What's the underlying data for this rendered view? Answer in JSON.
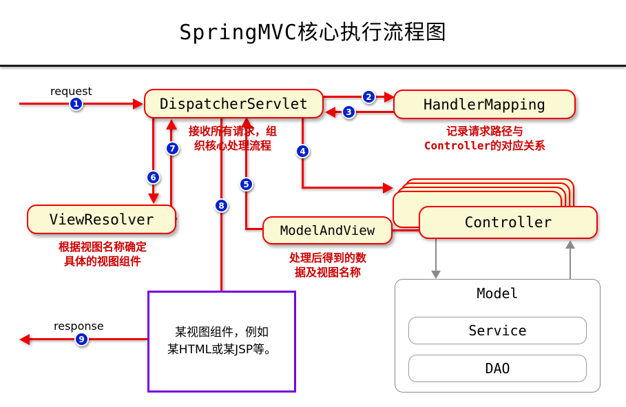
{
  "title": "SpringMVC核心执行流程图",
  "boxes": {
    "dispatcher": "DispatcherServlet",
    "handler_mapping": "HandlerMapping",
    "view_resolver": "ViewResolver",
    "model_and_view": "ModelAndView",
    "controller": "Controller",
    "model": "Model",
    "service": "Service",
    "dao": "DAO"
  },
  "notes": {
    "dispatcher": "接收所有请求，组\n织核心处理流程",
    "handler_mapping": "记录请求路径与\nController的对应关系",
    "view_resolver": "根据视图名称确定\n具体的视图组件",
    "model_and_view": "处理后得到的数\n据及视图名称"
  },
  "view_component": {
    "text": "某视图组件，例如\n某HTML或某JSP等。"
  },
  "labels": {
    "request": "request",
    "response": "response"
  },
  "steps": {
    "s1": "1",
    "s2": "2",
    "s3": "3",
    "s4": "4",
    "s5": "5",
    "s6": "6",
    "s7": "7",
    "s8": "8",
    "s9": "9"
  },
  "colors": {
    "box_fill": "#fbf8d4",
    "box_border": "#ee0000",
    "flow_line": "#ee0000",
    "badge": "#0022cc",
    "view_border": "#7700dd",
    "model_border": "#8a8a8a",
    "note_text": "#cc0000"
  }
}
